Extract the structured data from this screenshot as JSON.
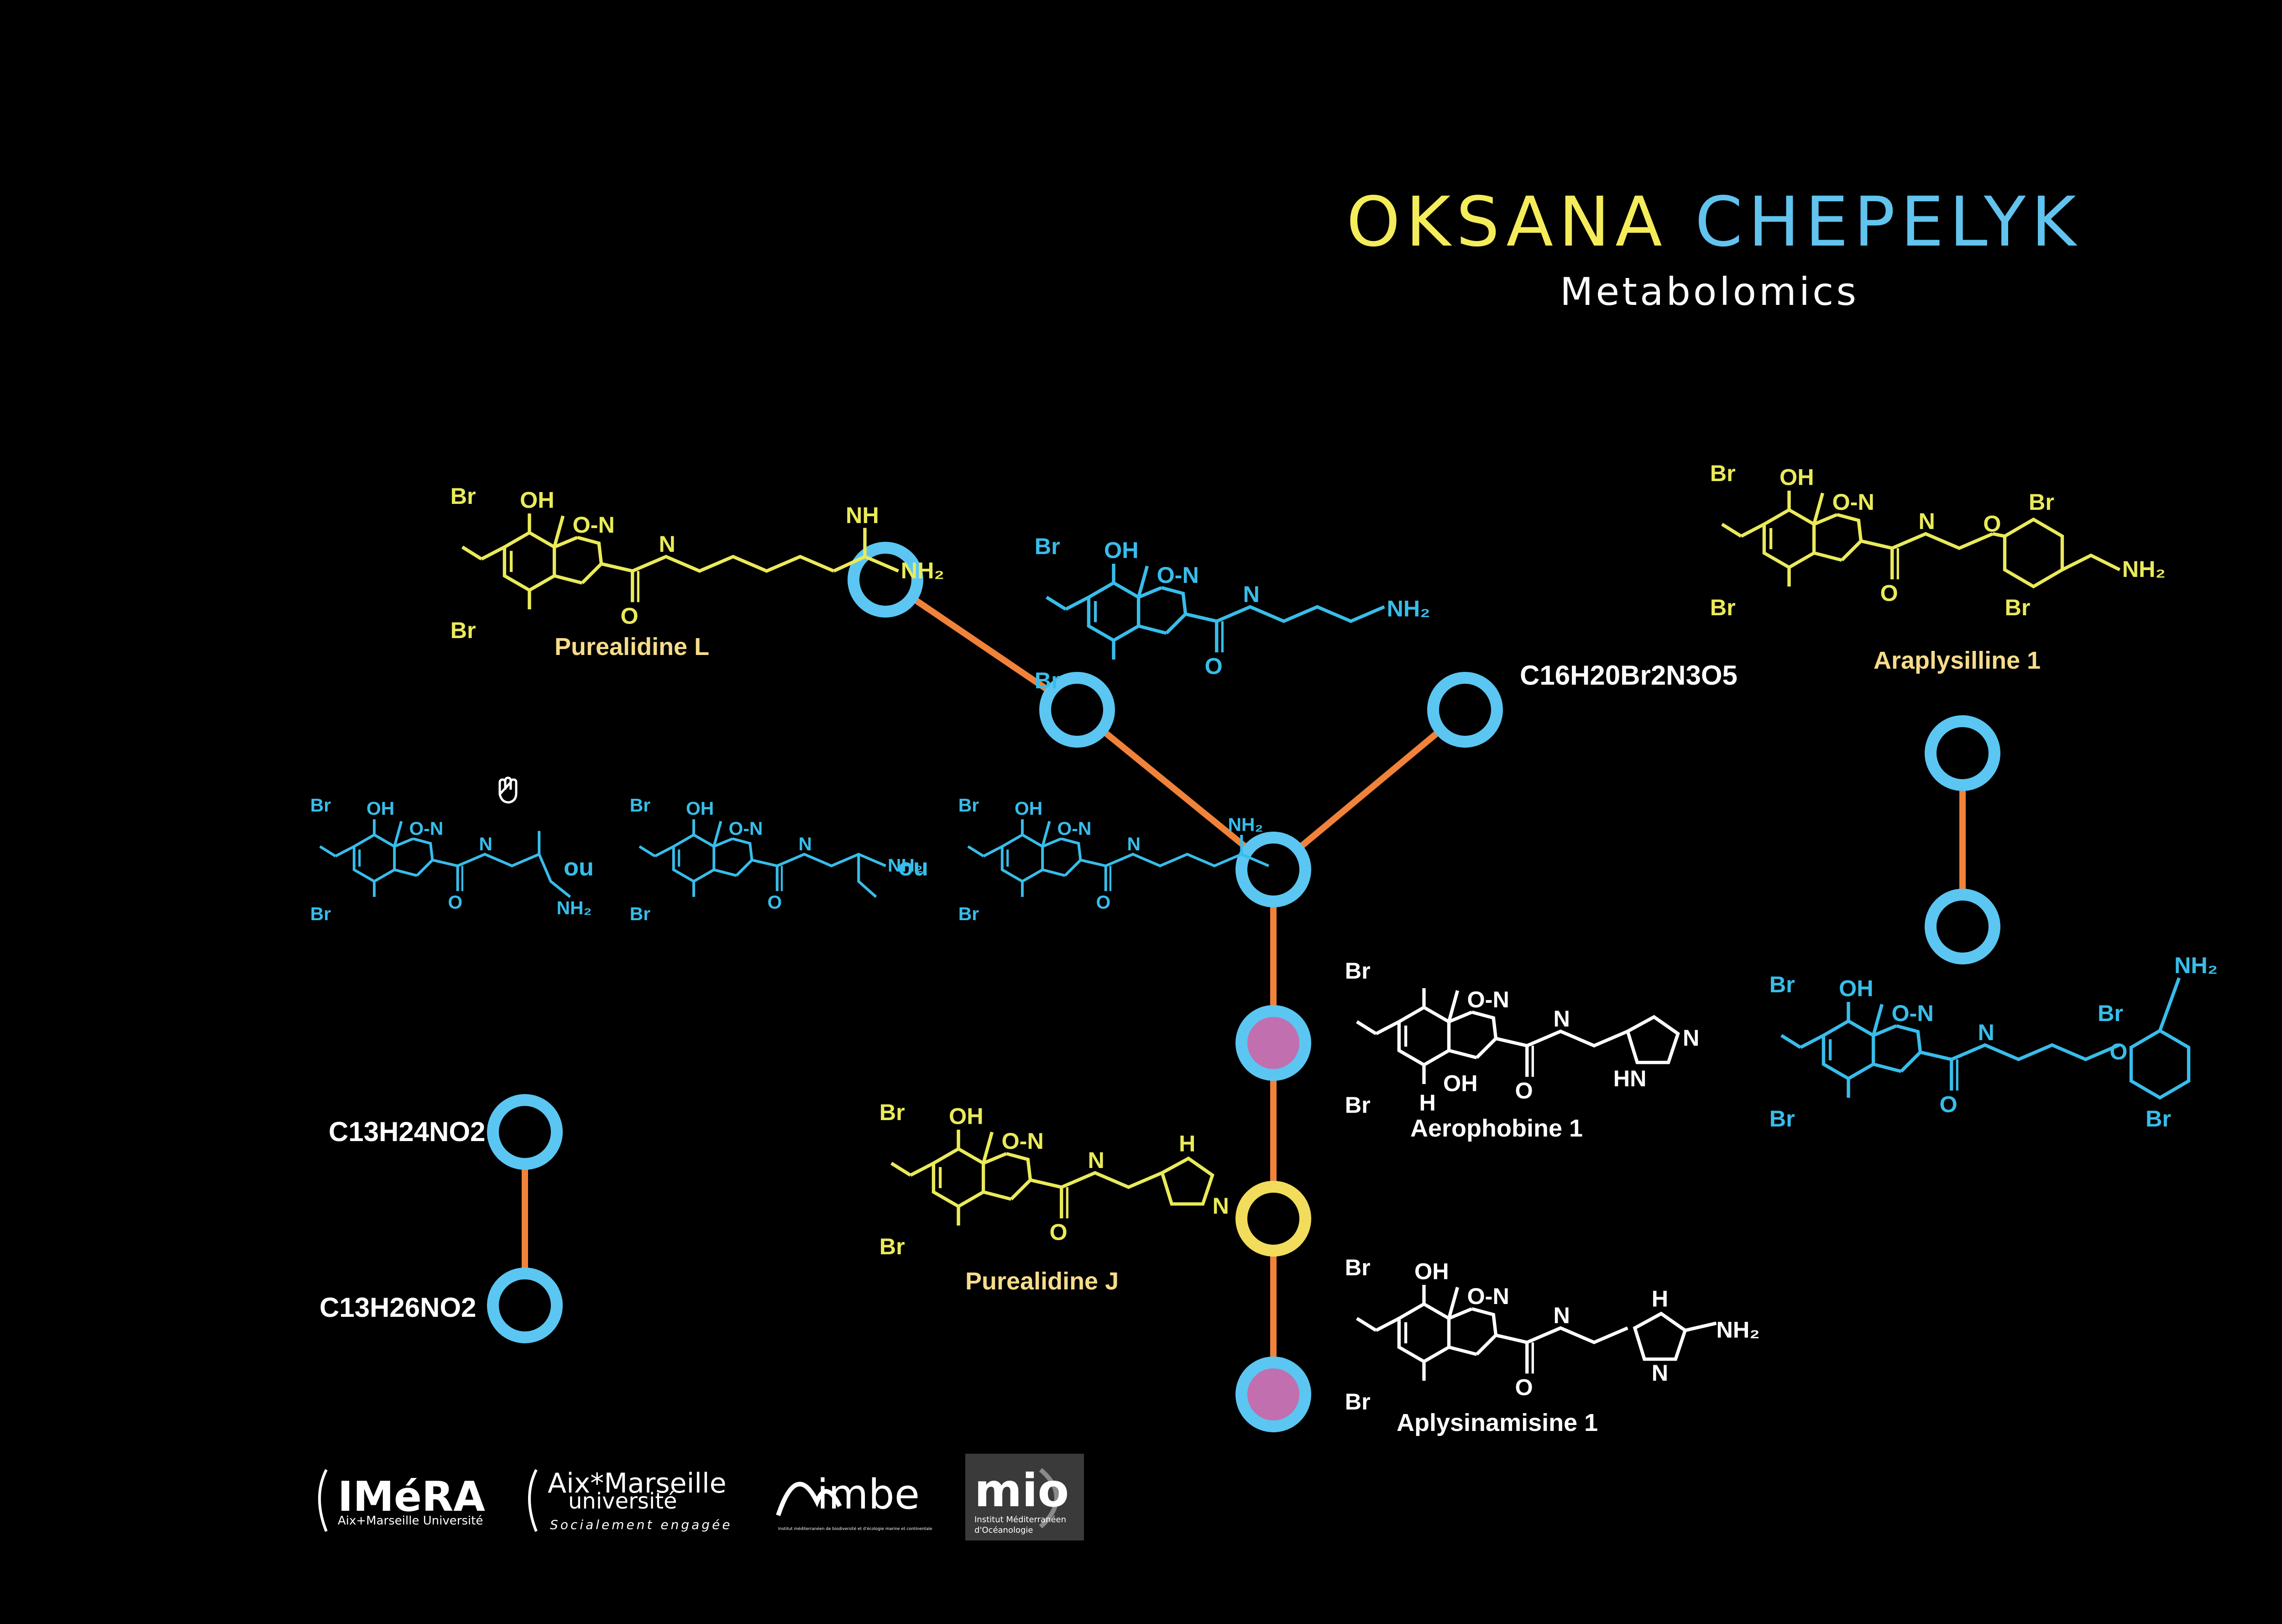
{
  "header": {
    "first_name": "OKSANA",
    "last_name": "CHEPELYK",
    "subtitle": "Metabolomics"
  },
  "colors": {
    "background": "#000000",
    "edge": "#f0823a",
    "node_blue": "#5bc6f2",
    "node_yellow": "#f2dc5c",
    "node_fill_pink": "#c16fae",
    "molecule_yellow": "#eaea5a",
    "molecule_blue": "#38bdea",
    "molecule_white": "#ffffff",
    "label_yellow": "#f6dc8a"
  },
  "network": {
    "labels": {
      "c16": "C16H20Br2N3O5",
      "c13_24": "C13H24NO2",
      "c13_26": "C13H26NO2"
    }
  },
  "molecules": {
    "purealidine_l": "Purealidine L",
    "araplysilline_1": "Araplysilline 1",
    "aerophobine_1": "Aerophobine 1",
    "purealidine_j": "Purealidine J",
    "aplysinamisine_1": "Aplysinamisine 1"
  },
  "isomer_separator": "ou",
  "logos": {
    "imera": "IMéRA",
    "imera_sub": "Aix+Marseille Université",
    "amu_top": "Aix*Marseille",
    "amu_mid": "université",
    "amu_sub": "Socialement engagée",
    "imbe": "imbe",
    "imbe_sub": "Institut méditerranéen de biodiversité et d'écologie marine et continentale",
    "mio": "mio",
    "mio_sub1": "Institut Méditerranéen",
    "mio_sub2": "d'Océanologie"
  }
}
